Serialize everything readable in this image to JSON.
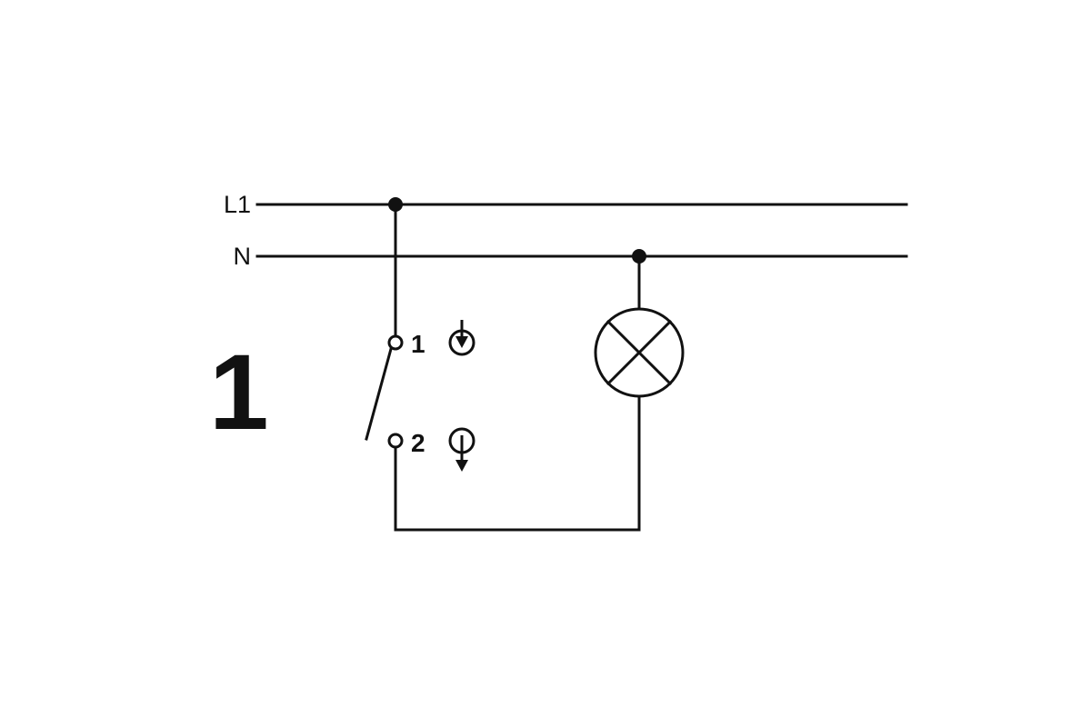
{
  "diagram": {
    "figure_number": "1",
    "labels": {
      "l1": "L1",
      "n": "N",
      "terminal1": "1",
      "terminal2": "2"
    },
    "icons": {
      "lamp": "circle-with-diagonal-cross",
      "terminal1_symbol": "down-arrow-into-circle",
      "terminal2_symbol": "down-arrow-out-of-circle",
      "junction": "filled-dot"
    },
    "colors": {
      "ink": "#111111",
      "background": "#ffffff"
    }
  }
}
